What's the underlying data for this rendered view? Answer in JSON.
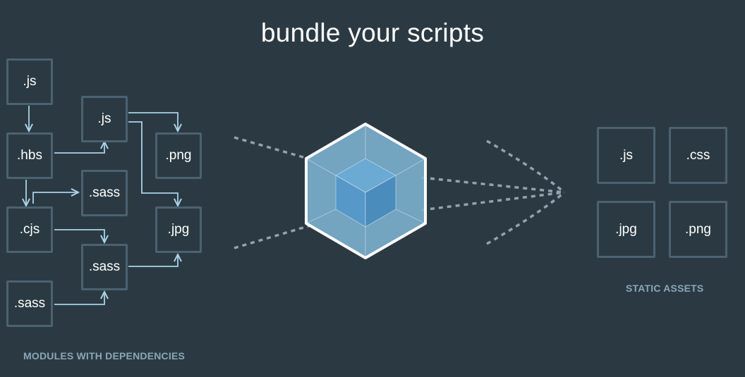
{
  "title": "bundle your scripts",
  "modules": {
    "caption": "MODULES WITH DEPENDENCIES",
    "js_top": ".js",
    "js_mid": ".js",
    "hbs": ".hbs",
    "png": ".png",
    "sass_mid": ".sass",
    "cjs": ".cjs",
    "jpg": ".jpg",
    "sass_low": ".sass",
    "sass_bottom": ".sass"
  },
  "assets": {
    "caption": "STATIC ASSETS",
    "js": ".js",
    "css": ".css",
    "jpg": ".jpg",
    "png": ".png"
  },
  "colors": {
    "background": "#2b3a42",
    "box_border": "#4b6270",
    "connector": "#a9d2e8",
    "cube_outer": "#7db3d1",
    "cube_inner": "#5699c9",
    "caption": "#8aa6b7"
  }
}
